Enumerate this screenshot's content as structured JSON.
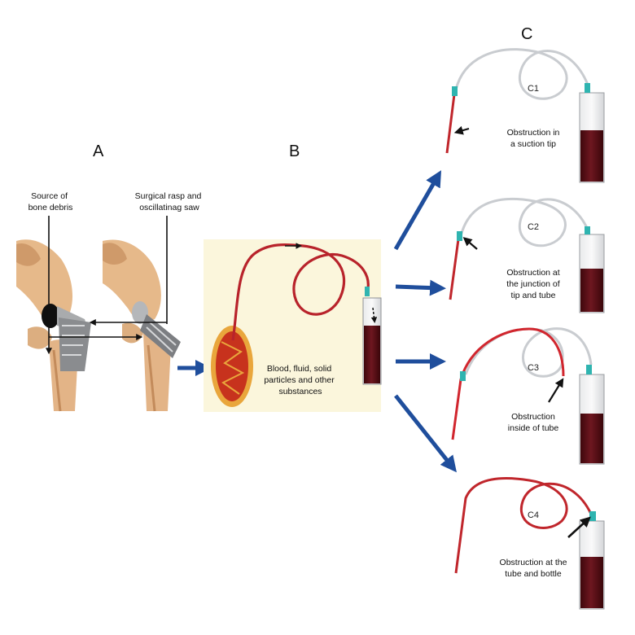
{
  "panels": {
    "a": "A",
    "b": "B",
    "c": "C"
  },
  "panel_a": {
    "label_source": [
      "Source of",
      "bone debris"
    ],
    "label_rasp": [
      "Surgical rasp and",
      "oscillatinag saw"
    ]
  },
  "panel_b": {
    "label": [
      "Blood, fluid, solid",
      "particles and other",
      "substances"
    ]
  },
  "panel_c": {
    "items": [
      {
        "id": "C1",
        "label": [
          "Obstruction in",
          "a suction tip"
        ]
      },
      {
        "id": "C2",
        "label": [
          "Obstruction at",
          "the junction of",
          "tip and tube"
        ]
      },
      {
        "id": "C3",
        "label": [
          "Obstruction",
          "inside of tube"
        ]
      },
      {
        "id": "C4",
        "label": [
          "Obstruction at the",
          "tube and bottle"
        ]
      }
    ]
  },
  "colors": {
    "flow_arrow": "#1f4e9c",
    "tube_red": "#c0262c",
    "tube_grey": "#c9ccd0",
    "connector": "#2fb4b0",
    "blood": "#5b0f16",
    "panel_b_bg": "#fbf6dc",
    "bone": "#e6b98a"
  }
}
